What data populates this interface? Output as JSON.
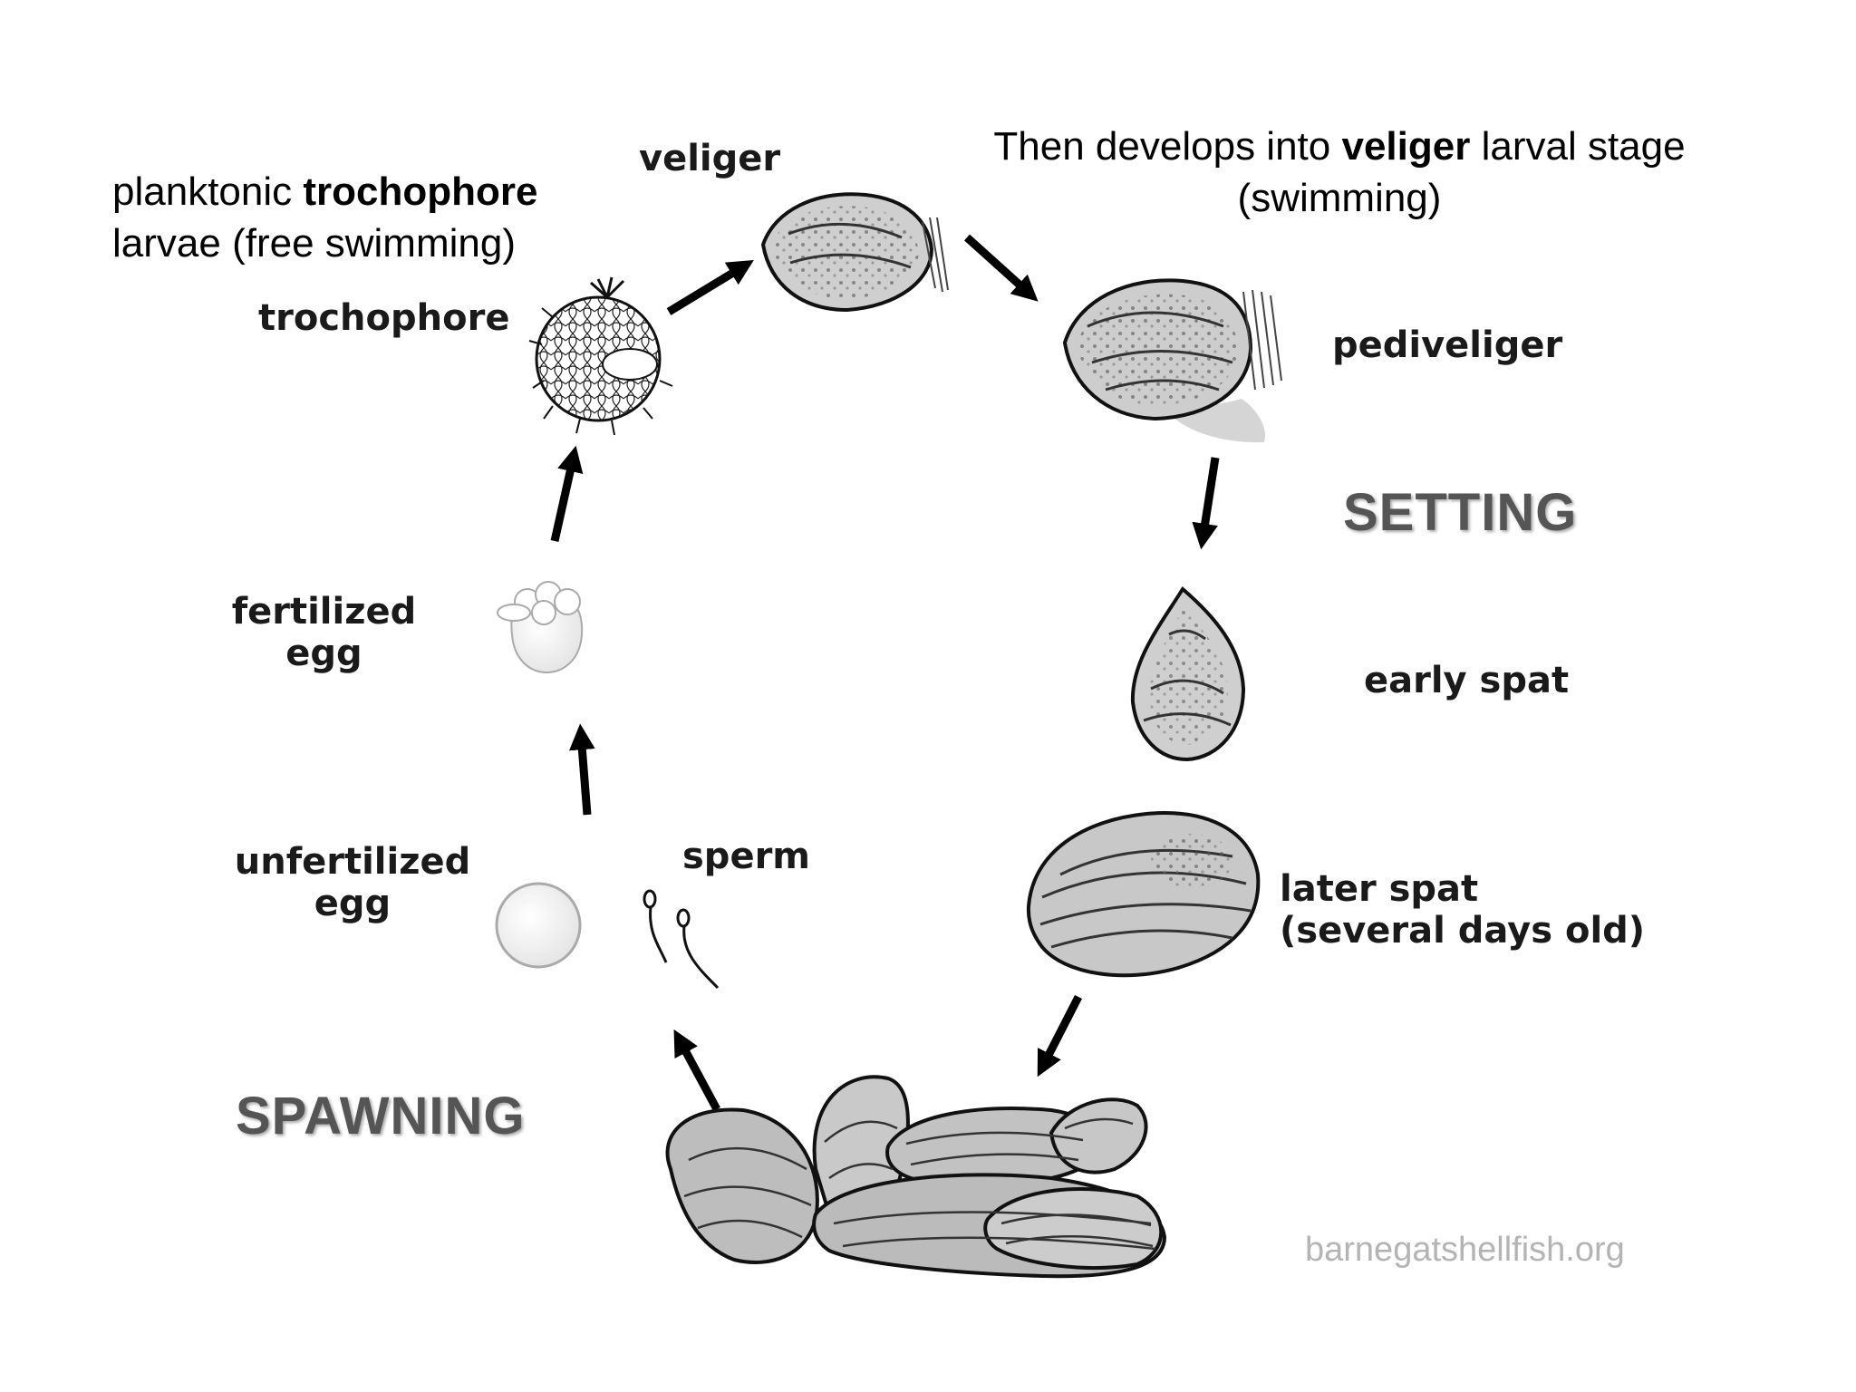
{
  "captions": {
    "trochophore_caption": {
      "pre": "planktonic ",
      "bold": "trochophore",
      "post": "larvae (free swimming)"
    },
    "veliger_caption": {
      "pre": "Then develops into ",
      "bold": "veliger",
      "post": " larval stage",
      "line2": "(swimming)"
    }
  },
  "stages": {
    "veliger": "veliger",
    "trochophore": "trochophore",
    "pediveliger": "pediveliger",
    "fertilized_egg_line1": "fertilized",
    "fertilized_egg_line2": "egg",
    "early_spat": "early spat",
    "unfertilized_egg_line1": "unfertilized",
    "unfertilized_egg_line2": "egg",
    "sperm": "sperm",
    "later_spat_line1": "later spat",
    "later_spat_line2": "(several days old)"
  },
  "phases": {
    "setting": "SETTING",
    "spawning": "SPAWNING"
  },
  "watermark": "barnegatshellfish.org"
}
